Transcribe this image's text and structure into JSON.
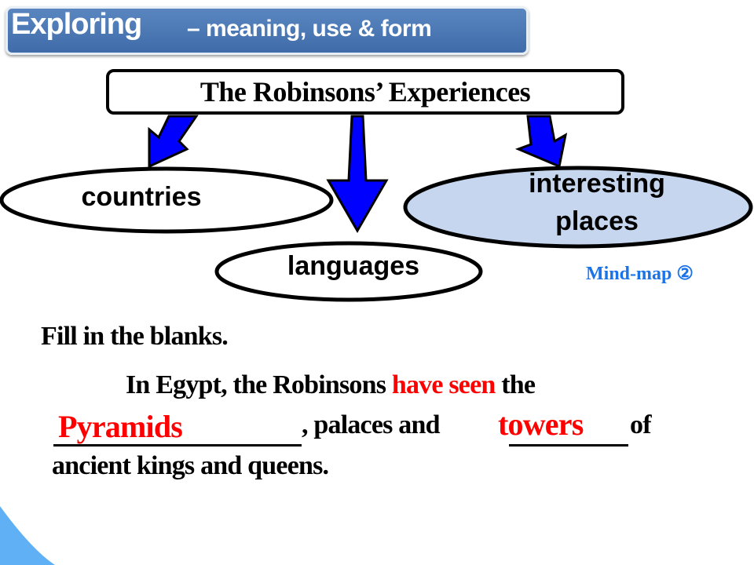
{
  "header": {
    "title": "Exploring",
    "subtitle": "– meaning, use & form"
  },
  "mind_map": {
    "root": "The Robinsons’ Experiences",
    "nodes": [
      {
        "label": "countries"
      },
      {
        "label": "languages"
      },
      {
        "label": "interesting",
        "label2": "places"
      }
    ],
    "caption": "Mind-map ②"
  },
  "exercise": {
    "instruction": "Fill in the blanks.",
    "line1_a": "In Egypt, the Robinsons ",
    "line1_red": "have seen",
    "line1_b": " the",
    "answer1": "Pyramids",
    "line2_a": ",  palaces and ",
    "answer2": "towers",
    "line2_b": " of",
    "line3": "ancient kings and queens."
  },
  "colors": {
    "banner": "#4a78b5",
    "arrow": "#0000ff",
    "highlight_node": "#c6d6ee",
    "answer": "#ff0000"
  }
}
